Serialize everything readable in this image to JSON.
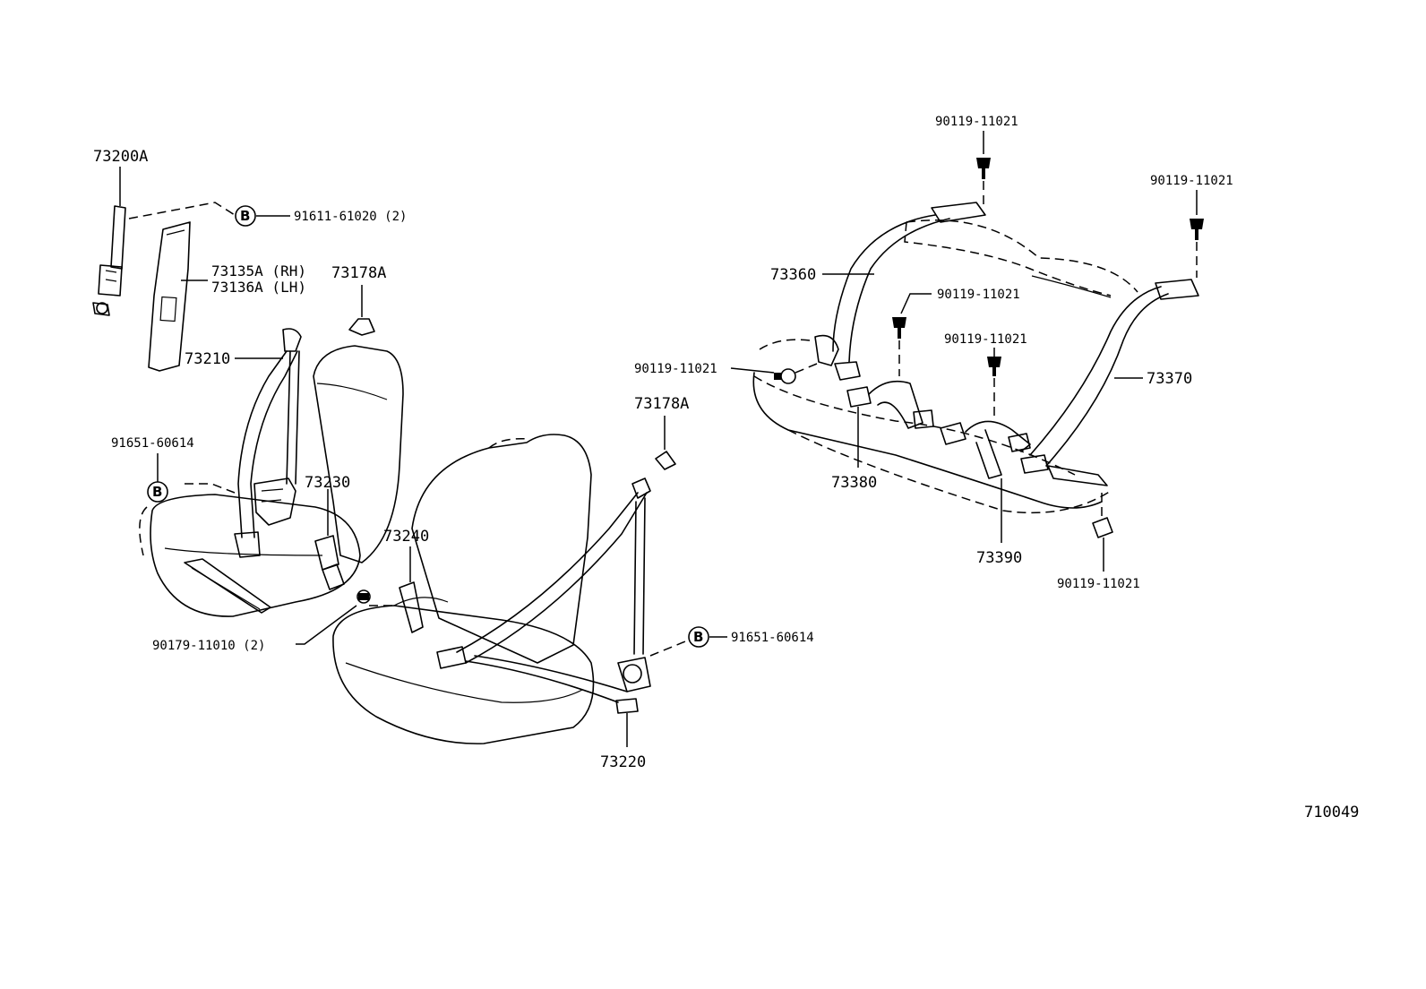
{
  "diagram_id": "710049",
  "symbol_letter": "B",
  "labels": {
    "p73200A": "73200A",
    "p91611": "91611-61020 (2)",
    "p73135A": "73135A (RH)",
    "p73136A": "73136A (LH)",
    "p73178A_left": "73178A",
    "p73210": "73210",
    "p91651_left": "91651-60614",
    "p73230": "73230",
    "p73240": "73240",
    "p90179": "90179-11010 (2)",
    "p73178A_mid": "73178A",
    "p91651_right": "91651-60614",
    "p73220": "73220",
    "p90119_top": "90119-11021",
    "p90119_topright": "90119-11021",
    "p73360": "73360",
    "p90119_center": "90119-11021",
    "p90119_center2": "90119-11021",
    "p90119_left": "90119-11021",
    "p73370": "73370",
    "p73380": "73380",
    "p73390": "73390",
    "p90119_bottom": "90119-11021"
  }
}
